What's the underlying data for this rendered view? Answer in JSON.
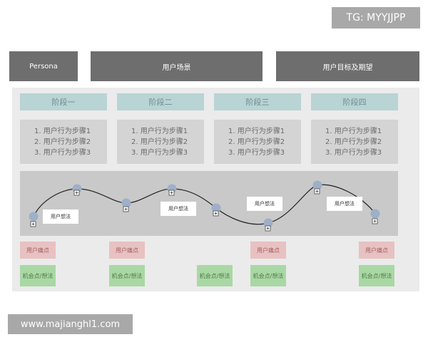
{
  "watermark_tg": "TG: MYYJJPP",
  "header": {
    "persona": "Persona",
    "scenario": "用户场景",
    "goals": "用户目标及期望"
  },
  "stages": [
    {
      "title": "阶段一",
      "steps": [
        "1. 用户行为步骤1",
        "2. 用户行为步骤2",
        "3. 用户行为步骤3"
      ]
    },
    {
      "title": "阶段二",
      "steps": [
        "1. 用户行为步骤1",
        "2. 用户行为步骤2",
        "3. 用户行为步骤3"
      ]
    },
    {
      "title": "阶段三",
      "steps": [
        "1. 用户行为步骤1",
        "2. 用户行为步骤2",
        "3. 用户行为步骤3"
      ]
    },
    {
      "title": "阶段四",
      "steps": [
        "1. 用户行为步骤1",
        "2. 用户行为步骤2",
        "3. 用户行为步骤3"
      ]
    }
  ],
  "thoughts": [
    "用户想法",
    "用户想法",
    "用户想法",
    "用户想法"
  ],
  "pain_label": "用户痛点",
  "opportunity_label": "机会点/想法",
  "watermark_url": "www.majianghl1.com",
  "colors": {
    "header_bg": "#6e6e6e",
    "stage_bg": "#b9d4d5",
    "pain_bg": "#e8c1c2",
    "opportunity_bg": "#a9d8a4",
    "node": "#9eb0c8"
  }
}
